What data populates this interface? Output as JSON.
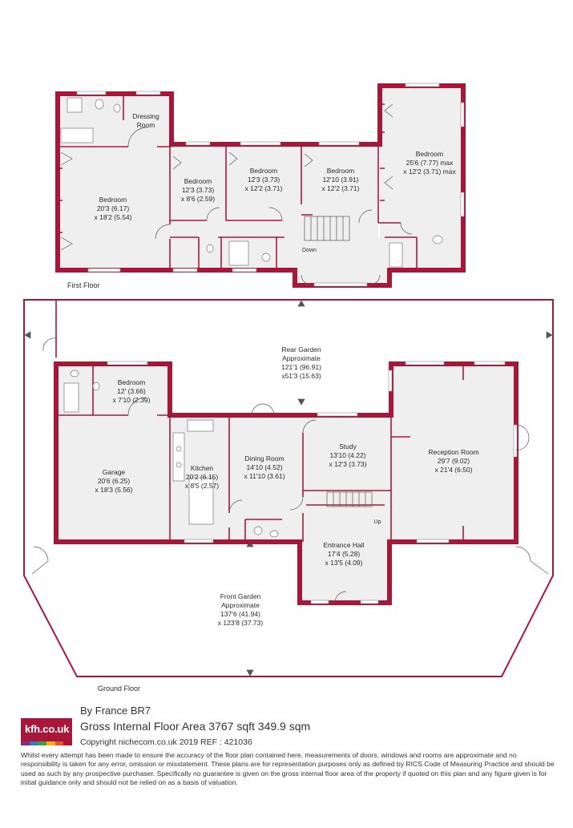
{
  "floors": {
    "first": {
      "label": "First Floor",
      "rooms": {
        "dressing": {
          "name": "Dressing Room"
        },
        "bed_main": {
          "name": "Bedroom",
          "dim1": "20'3 (6.17)",
          "dim2": "x 18'2 (5.54)"
        },
        "bed_small": {
          "name": "Bedroom",
          "dim1": "12'3 (3.73)",
          "dim2": "x 8'6 (2.59)"
        },
        "bed_mid1": {
          "name": "Bedroom",
          "dim1": "12'3 (3.73)",
          "dim2": "x 12'2 (3.71)"
        },
        "bed_mid2": {
          "name": "Bedroom",
          "dim1": "12'10 (3.91)",
          "dim2": "x 12'2 (3.71)"
        },
        "bed_right": {
          "name": "Bedroom",
          "dim1": "25'6 (7.77) max",
          "dim2": "x 12'2 (3.71) max"
        }
      },
      "stairs_label": "Down"
    },
    "ground": {
      "label": "Ground Floor",
      "rear_garden": {
        "line1": "Rear Garden",
        "line2": "Approximate",
        "line3": "121'1 (96.91)",
        "line4": "x51'3 (15.63)"
      },
      "front_garden": {
        "line1": "Front Garden",
        "line2": "Approximate",
        "line3": "137'6 (41.94)",
        "line4": "x 123'8 (37.73)"
      },
      "rooms": {
        "bedroom": {
          "name": "Bedroom",
          "dim1": "12' (3.66)",
          "dim2": "x 7'10 (2.39)"
        },
        "garage": {
          "name": "Garage",
          "dim1": "20'6 (6.25)",
          "dim2": "x 18'3 (5.56)"
        },
        "kitchen": {
          "name": "Kitchen",
          "dim1": "20'2 (6.15)",
          "dim2": "x 8'5 (2.57)"
        },
        "dining": {
          "name": "Dining Room",
          "dim1": "14'10 (4.52)",
          "dim2": "x 11'10 (3.61)"
        },
        "study": {
          "name": "Study",
          "dim1": "13'10 (4.22)",
          "dim2": "x 12'3 (3.73)"
        },
        "reception": {
          "name": "Reception Room",
          "dim1": "29'7 (9.02)",
          "dim2": "x 21'4 (6.50)"
        },
        "hall": {
          "name": "Entrance Hall",
          "dim1": "17'4 (5.28)",
          "dim2": "x 13'5 (4.09)"
        }
      },
      "stairs_label": "Up"
    }
  },
  "footer": {
    "logo_text": "kfh.co.uk",
    "logo_colors": [
      "#7a2e86",
      "#2f7cc1",
      "#3aa346",
      "#f2b21b",
      "#e4572e",
      "#b3122f"
    ],
    "address": "By France  BR7",
    "area": "Gross Internal Floor Area 3767 sqft 349.9 sqm",
    "copyright": "Copyright nichecom.co.uk 2019 REF : 421036",
    "disclaimer": "Whilst every attempt has been made to ensure the accuracy of the floor plan contained here, measurements of doors, windows and rooms are approximate and no responsibility is taken for any error, omission or misstatement. These plans are for representation purposes only as defined by RICS Code of Measuring Practice and should be used as such by any prospective purchaser.  Specifically no guarantee is given on the gross internal floor area of the property if quoted on this plan and any figure given is for initial guidance only and should not be relied on as a basis of valuation."
  }
}
